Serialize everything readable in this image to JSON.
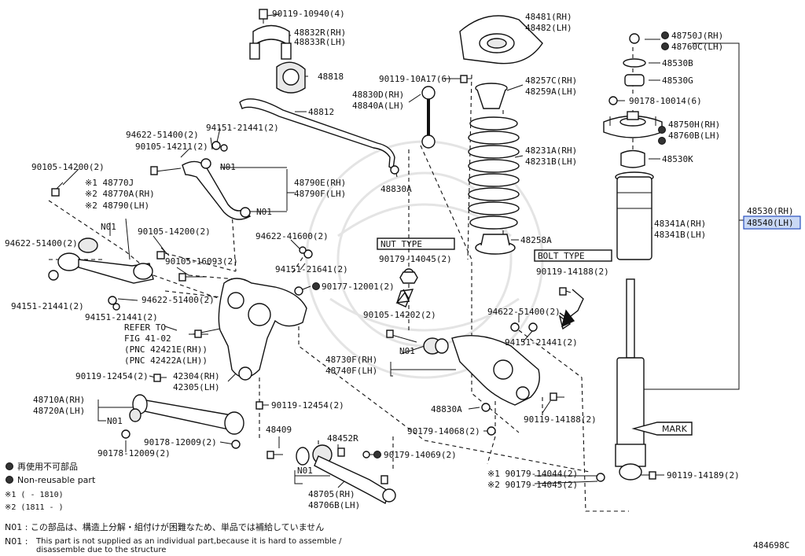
{
  "diagram_id": "484698C",
  "highlighted_part": "48540(LH)",
  "colors": {
    "ink": "#111111",
    "highlight_fill": "#c9d8f5",
    "highlight_border": "#2a4fbf"
  },
  "labels": {
    "p_90119_10940": "90119-10940(4)",
    "p_48832r": "48832R(RH)",
    "p_48833r": "48833R(LH)",
    "p_48818": "48818",
    "p_48812": "48812",
    "p_94151_21441_a": "94151-21441(2)",
    "p_94622_51400_a": "94622-51400(2)",
    "p_90105_14211": "90105-14211(2)",
    "p_n01_a": "N01",
    "p_90105_14200_a": "90105-14200(2)",
    "p_48770j": "※1 48770J",
    "p_48770a": "※2 48770A(RH)",
    "p_48790": "※2 48790(LH)",
    "p_48790e": "48790E(RH)",
    "p_48790f": "48790F(LH)",
    "p_n01_b": "N01",
    "p_n01_c": "N01",
    "p_94622_51400_b": "94622-51400(2)",
    "p_90105_14200_b": "90105-14200(2)",
    "p_90105_16093": "90105-16093(2)",
    "p_94622_41600": "94622-41600(2)",
    "p_94151_21641": "94151-21641(2)",
    "p_90177_12001": "90177-12001(2)",
    "p_94151_21441_b": "94151-21441(2)",
    "p_94622_51400_c": "94622-51400(2)",
    "p_94151_21441_c": "94151-21441(2)",
    "p_refer1": "REFER TO",
    "p_refer2": "FIG 41-02",
    "p_refer3": "(PNC 42421E(RH))",
    "p_refer4": "(PNC 42422A(LH))",
    "p_90119_12454_a": "90119-12454(2)",
    "p_42304": "42304(RH)",
    "p_42305": "42305(LH)",
    "p_48710a": "48710A(RH)",
    "p_48720a": "48720A(LH)",
    "p_n01_d": "N01",
    "p_90119_12454_b": "90119-12454(2)",
    "p_90178_12009_a": "90178-12009(2)",
    "p_90178_12009_b": "90178-12009(2)",
    "p_48409": "48409",
    "p_48452r": "48452R",
    "p_90179_14069": "90179-14069(2)",
    "p_n01_e": "N01",
    "p_48705": "48705(RH)",
    "p_48706b": "48706B(LH)",
    "p_48830d": "48830D(RH)",
    "p_48840a": "48840A(LH)",
    "p_90119_10a17": "90119-10A17(6)",
    "p_48830a_a": "48830A",
    "p_nut_type": "NUT TYPE",
    "p_90179_14045_a": "90179-14045(2)",
    "p_90105_14202": "90105-14202(2)",
    "p_n01_f": "N01",
    "p_48730f": "48730F(RH)",
    "p_48740f": "48740F(LH)",
    "p_48830a_b": "48830A",
    "p_90179_14068": "90179-14068(2)",
    "p_48481": "48481(RH)",
    "p_48482": "48482(LH)",
    "p_48257c": "48257C(RH)",
    "p_48259a": "48259A(LH)",
    "p_48231a": "48231A(RH)",
    "p_48231b": "48231B(LH)",
    "p_48258a": "48258A",
    "p_bolt_type": "BOLT TYPE",
    "p_90119_14188_a": "90119-14188(2)",
    "p_94622_51400_d": "94622-51400(2)",
    "p_94151_21441_d": "94151-21441(2)",
    "p_90119_14188_b": "90119-14188(2)",
    "p_90179_14044": "※1 90179-14044(2)",
    "p_90179_14045_b": "※2 90179-14045(2)",
    "p_90119_14189": "90119-14189(2)",
    "p_48750j": "48750J(RH)",
    "p_48760c": "48760C(LH)",
    "p_48530b": "48530B",
    "p_48530g": "48530G",
    "p_90178_10014": "90178-10014(6)",
    "p_48750h": "48750H(RH)",
    "p_48760b": "48760B(LH)",
    "p_48530k": "48530K",
    "p_48341a": "48341A(RH)",
    "p_48341b": "48341B(LH)",
    "p_48530r": "48530(RH)",
    "p_48540": "48540(LH)",
    "p_mark": "MARK"
  },
  "legend": {
    "nonreusable_jp": "再使用不可部品",
    "nonreusable_en": "Non-reusable part",
    "note1": "※1 (      - 1810)",
    "note2": "※2 (1811 -      )"
  },
  "footnotes": {
    "n01_jp": "N01 :  この部品は、構造上分解・組付けが困難なため、単品では補給していません",
    "n01_en_prefix": "N01 :",
    "n01_en_line1": "This part is not supplied as an individual part,because it is hard to assemble /",
    "n01_en_line2": "disassemble due to the structure"
  }
}
